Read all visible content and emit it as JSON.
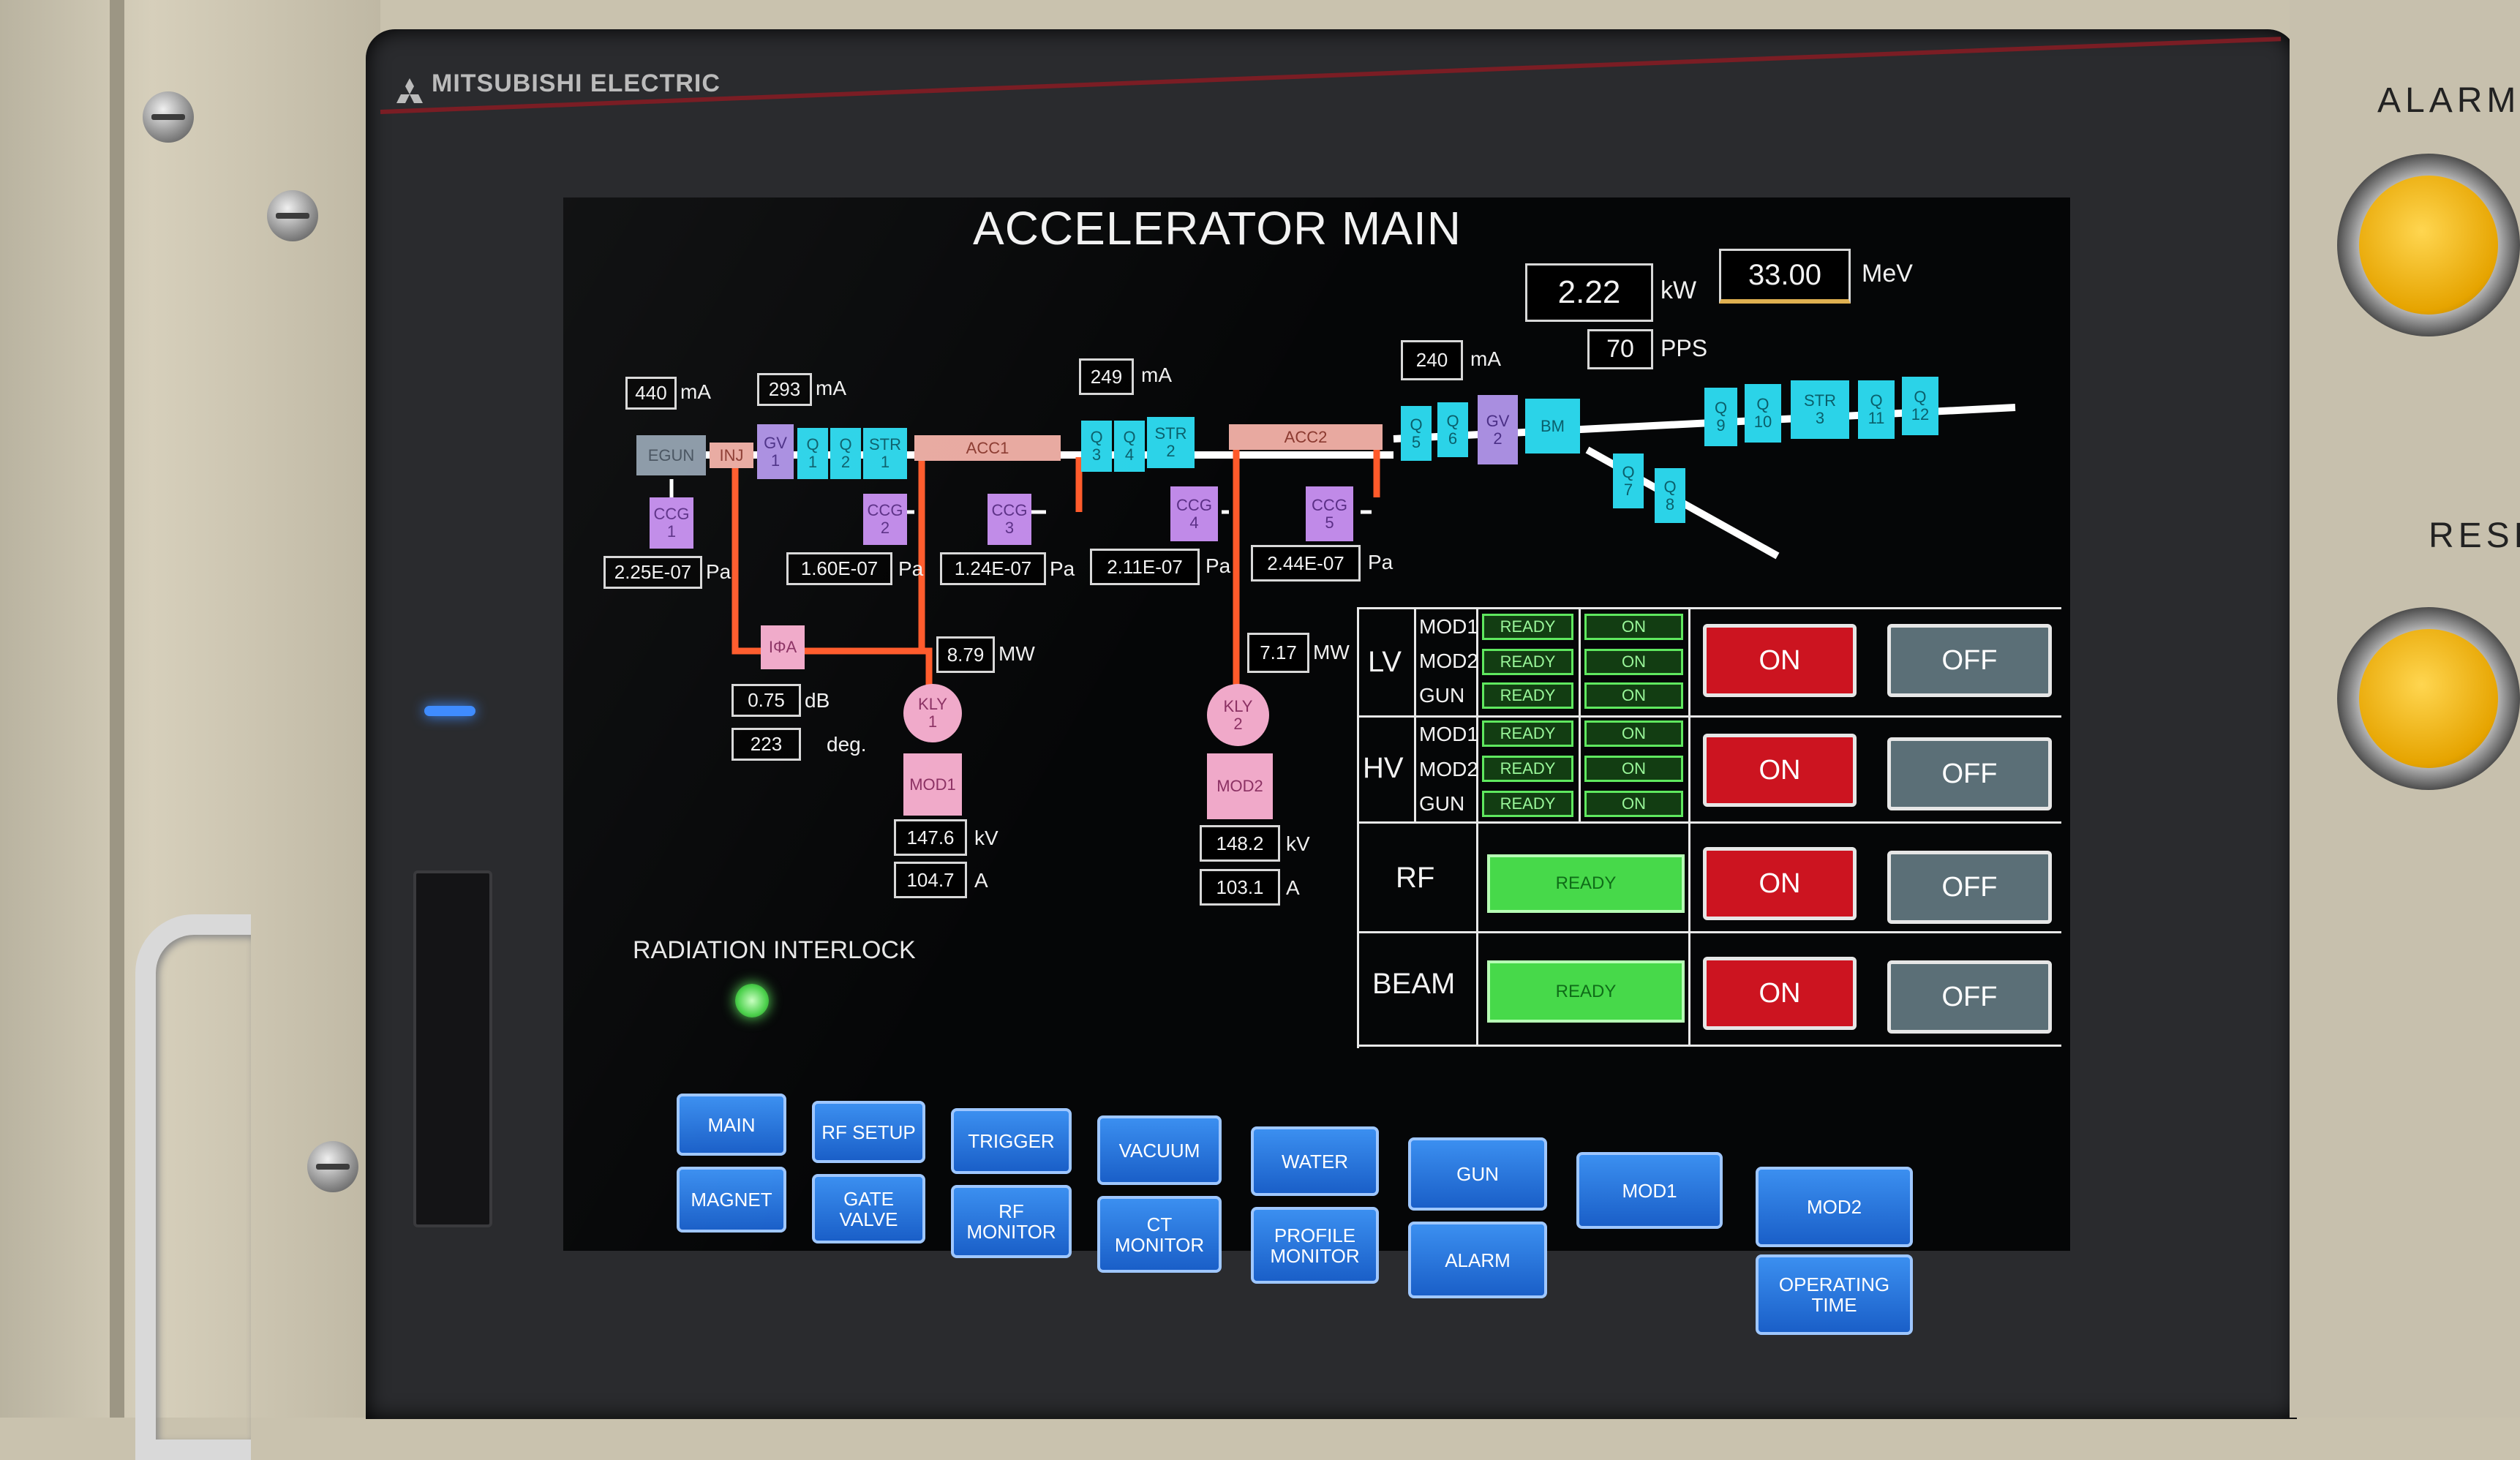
{
  "colors": {
    "ready": "#47d94a",
    "on_button": "#cc1420",
    "off_button": "#5b6f77",
    "nav_button": "#2a78e0",
    "beamline": "#ffffff",
    "rf_line": "#ff5a2a"
  },
  "brand": "MITSUBISHI ELECTRIC",
  "hardware": {
    "alarm_label": "ALARM",
    "reset_label": "RESE"
  },
  "screen": {
    "title": "ACCELERATOR MAIN",
    "power": {
      "value": "2.22",
      "unit": "kW"
    },
    "energy": {
      "value": "33.00",
      "unit": "MeV"
    },
    "rep_rate": {
      "value": "70",
      "unit": "PPS"
    },
    "currents": [
      {
        "value": "440",
        "unit": "mA"
      },
      {
        "value": "293",
        "unit": "mA"
      },
      {
        "value": "249",
        "unit": "mA"
      },
      {
        "value": "240",
        "unit": "mA"
      }
    ],
    "pressures": [
      {
        "value": "2.25E-07",
        "unit": "Pa"
      },
      {
        "value": "1.60E-07",
        "unit": "Pa"
      },
      {
        "value": "1.24E-07",
        "unit": "Pa"
      },
      {
        "value": "2.11E-07",
        "unit": "Pa"
      },
      {
        "value": "2.44E-07",
        "unit": "Pa"
      }
    ],
    "rf_power": [
      {
        "value": "8.79",
        "unit": "MW"
      },
      {
        "value": "7.17",
        "unit": "MW"
      }
    ],
    "phase": {
      "db": {
        "value": "0.75",
        "unit": "dB"
      },
      "deg": {
        "value": "223",
        "unit": "deg."
      }
    },
    "modulators": [
      {
        "kv": "147.6",
        "a": "104.7",
        "kv_unit": "kV",
        "a_unit": "A"
      },
      {
        "kv": "148.2",
        "a": "103.1",
        "kv_unit": "kV",
        "a_unit": "A"
      }
    ],
    "components": {
      "egun": "EGUN",
      "inj": "INJ",
      "gv1": "GV\n1",
      "q1": "Q\n1",
      "q2": "Q\n2",
      "str1": "STR\n1",
      "acc1": "ACC1",
      "q3": "Q\n3",
      "q4": "Q\n4",
      "str2": "STR\n2",
      "acc2": "ACC2",
      "q5": "Q\n5",
      "q6": "Q\n6",
      "gv2": "GV\n2",
      "bm": "BM",
      "q7": "Q\n7",
      "q8": "Q\n8",
      "q9": "Q\n9",
      "q10": "Q\n10",
      "str3": "STR\n3",
      "q11": "Q\n11",
      "q12": "Q\n12",
      "ccg1": "CCG\n1",
      "ccg2": "CCG\n2",
      "ccg3": "CCG\n3",
      "ccg4": "CCG\n4",
      "ccg5": "CCG\n5",
      "phi_a": "IΦA",
      "kly1": "KLY\n1",
      "kly2": "KLY\n2",
      "mod1": "MOD1",
      "mod2": "MOD2"
    },
    "interlock": {
      "label": "RADIATION INTERLOCK",
      "state": "green"
    },
    "control": {
      "lv": {
        "label": "LV",
        "rows": [
          {
            "name": "MOD1",
            "ready": "READY",
            "state": "ON"
          },
          {
            "name": "MOD2",
            "ready": "READY",
            "state": "ON"
          },
          {
            "name": "GUN",
            "ready": "READY",
            "state": "ON"
          }
        ],
        "on": "ON",
        "off": "OFF"
      },
      "hv": {
        "label": "HV",
        "rows": [
          {
            "name": "MOD1",
            "ready": "READY",
            "state": "ON"
          },
          {
            "name": "MOD2",
            "ready": "READY",
            "state": "ON"
          },
          {
            "name": "GUN",
            "ready": "READY",
            "state": "ON"
          }
        ],
        "on": "ON",
        "off": "OFF"
      },
      "rf": {
        "label": "RF",
        "ready": "READY",
        "on": "ON",
        "off": "OFF"
      },
      "beam": {
        "label": "BEAM",
        "ready": "READY",
        "on": "ON",
        "off": "OFF"
      }
    },
    "nav": {
      "main": "MAIN",
      "rf_setup": "RF SETUP",
      "trigger": "TRIGGER",
      "vacuum": "VACUUM",
      "water": "WATER",
      "gun": "GUN",
      "mod1": "MOD1",
      "mod2": "MOD2",
      "magnet": "MAGNET",
      "gate_valve": "GATE\nVALVE",
      "rf_monitor": "RF\nMONITOR",
      "ct_monitor": "CT\nMONITOR",
      "profile_monitor": "PROFILE\nMONITOR",
      "alarm": "ALARM",
      "operating_time": "OPERATING\nTIME"
    }
  }
}
